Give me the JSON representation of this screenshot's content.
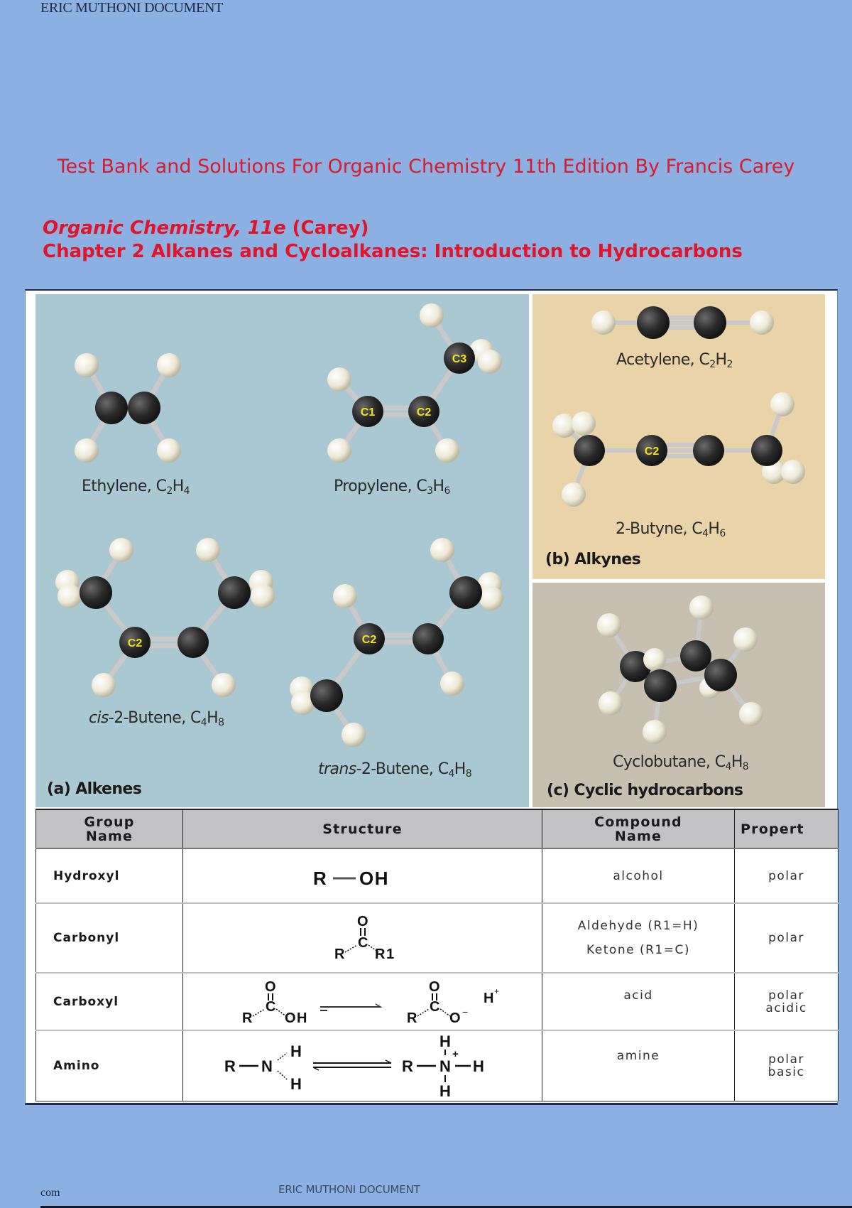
{
  "header": {
    "text": "ERIC MUTHONI DOCUMENT"
  },
  "document": {
    "title": "Test Bank and Solutions For Organic Chemistry 11th Edition By Francis Carey",
    "book_title_italic": "Organic Chemistry, 11e",
    "book_author": " (Carey)",
    "chapter": "Chapter 2  Alkanes and Cycloalkanes: Introduction to Hydrocarbons"
  },
  "figure": {
    "panels": {
      "alkenes": {
        "caption": "(a) Alkenes",
        "molecules": [
          {
            "name": "Ethylene, ",
            "formula": [
              [
                "C",
                "2"
              ],
              [
                "H",
                "4"
              ]
            ]
          },
          {
            "name": "Propylene, ",
            "formula": [
              [
                "C",
                "3"
              ],
              [
                "H",
                "6"
              ]
            ],
            "atom_labels": [
              "C1",
              "C2",
              "C3"
            ]
          },
          {
            "name_prefix_italic": "cis",
            "name": "-2-Butene, ",
            "formula": [
              [
                "C",
                "4"
              ],
              [
                "H",
                "8"
              ]
            ],
            "atom_labels": [
              "C2"
            ]
          },
          {
            "name_prefix_italic": "trans",
            "name": "-2-Butene, ",
            "formula": [
              [
                "C",
                "4"
              ],
              [
                "H",
                "8"
              ]
            ],
            "atom_labels": [
              "C2"
            ]
          }
        ],
        "background": "#a9c8d2"
      },
      "alkynes": {
        "caption": "(b) Alkynes",
        "molecules": [
          {
            "name": "Acetylene, ",
            "formula": [
              [
                "C",
                "2"
              ],
              [
                "H",
                "2"
              ]
            ]
          },
          {
            "name": "2-Butyne, ",
            "formula": [
              [
                "C",
                "4"
              ],
              [
                "H",
                "6"
              ]
            ],
            "atom_labels": [
              "C2"
            ]
          }
        ],
        "background": "#e9d3a8"
      },
      "cyclic": {
        "caption": "(c) Cyclic hydrocarbons",
        "molecules": [
          {
            "name": "Cyclobutane, ",
            "formula": [
              [
                "C",
                "4"
              ],
              [
                "H",
                "8"
              ]
            ]
          }
        ],
        "background": "#c7bfb0"
      }
    }
  },
  "table": {
    "headers": [
      "Group Name",
      "Structure",
      "Compound Name",
      "Propert"
    ],
    "header_lines": {
      "group": [
        "Group",
        "Name"
      ],
      "compound": [
        "Compound",
        "Name"
      ]
    },
    "rows": [
      {
        "group": "Hydroxyl",
        "structure": "R—OH",
        "compound": [
          "alcohol"
        ],
        "property": [
          "polar"
        ]
      },
      {
        "group": "Carbonyl",
        "structure": "R-C(=O)-R1",
        "compound": [
          "Aldehyde (R1=H)",
          "Ketone (R1=C)"
        ],
        "property": [
          "polar"
        ]
      },
      {
        "group": "Carboxyl",
        "structure": "R-C(=O)-OH ⇌ R-C(=O)-O⁻ H⁺",
        "compound": [
          "acid"
        ],
        "property": [
          "polar",
          "acidic"
        ]
      },
      {
        "group": "Amino",
        "structure": "R—NH2 ⇌ R—NH3⁺",
        "compound": [
          "amine"
        ],
        "property": [
          "polar",
          "basic"
        ]
      }
    ]
  },
  "footer": {
    "left": "com",
    "center": "ERIC MUTHONI DOCUMENT"
  },
  "colors": {
    "page_background": "#8db0e2",
    "title_red": "#d81b2e",
    "atom_label_yellow": "#f2e21c",
    "carbon": "#2b2b2b",
    "hydrogen": "#ece8d6"
  }
}
